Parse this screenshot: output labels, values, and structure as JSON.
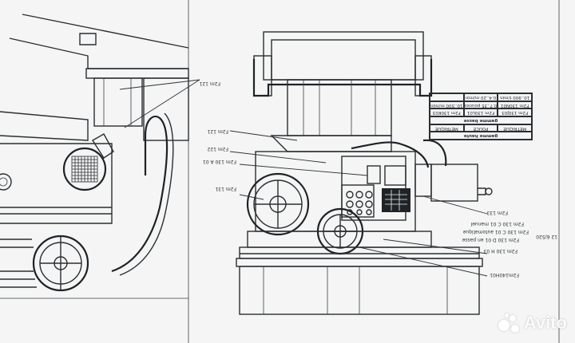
{
  "callouts": {
    "left_f2m_121": "F2m 121",
    "f2m_121_a": "F2m 121",
    "f2m_122": "F2m 122",
    "f2m_130_a01": "F2m 130 A 01",
    "f2m_131": "F2m 131",
    "f2m_133": "F2m 133",
    "f2m_130_c01_manual": "F2m 130 C 01 manuel",
    "f2m_130_c01_auto": "F2m 130 C 01 automatique",
    "f2m_130_d01": "F2m 130 D 01 en passe",
    "dim_12": "12 6/520",
    "f2m_130_h03": "F2m 130 H 03",
    "f2m_140_h01": "F2m140H01"
  },
  "legend": {
    "title": "gamme haute",
    "col_metrique": "METRIQUE",
    "col_pouce": "POUCE",
    "col_metrique2": "METRIQUE",
    "subtitle": "gamme basse",
    "row1": [
      "F2m 130J03",
      "F2m 130L01",
      "F2m 130K03"
    ],
    "row2": [
      "F2m 130N01",
      "0.7..35 pouces",
      "10..500 m/min"
    ],
    "row3": [
      "10..900 t/min",
      "0.4..20 m/min",
      ""
    ]
  },
  "watermark": {
    "text": "Avito"
  }
}
